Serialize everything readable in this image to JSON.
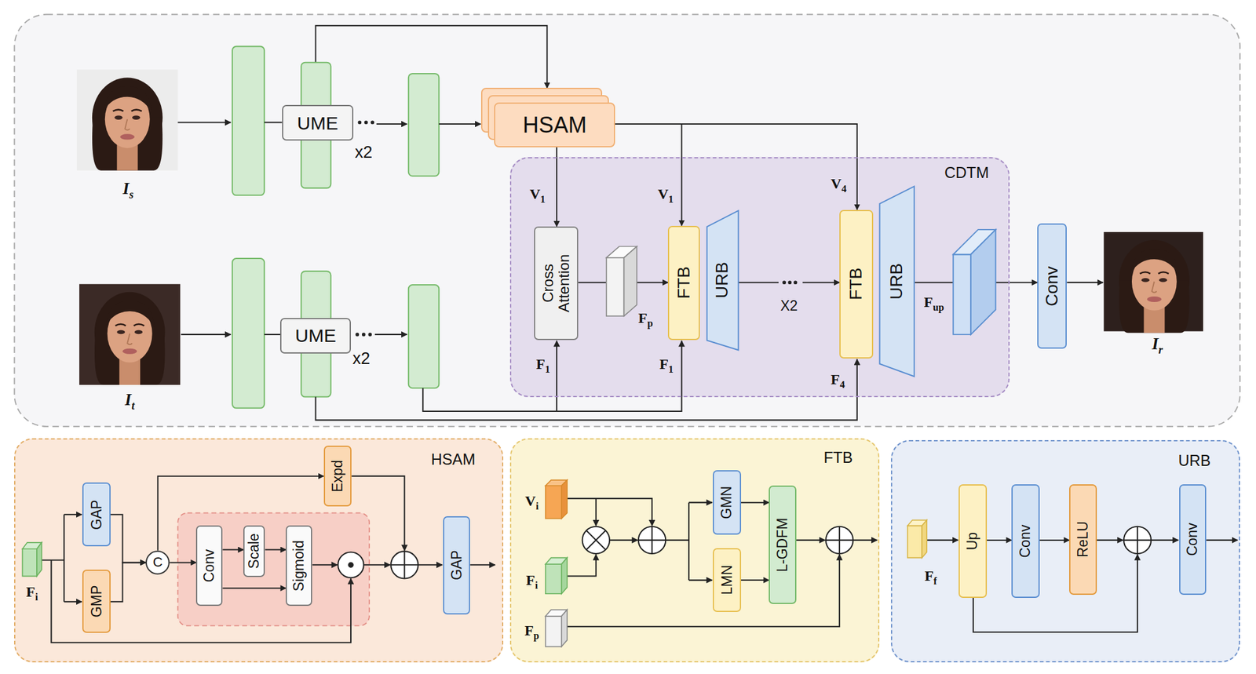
{
  "diagram": {
    "nodes": [
      {
        "text": [
          "UME"
        ]
      },
      {
        "text": [
          "UME"
        ]
      },
      {
        "text": [
          "HSAM"
        ]
      },
      {
        "text": [
          "CDTM"
        ]
      },
      {
        "text": [
          "Cross Attention"
        ],
        "in": 3
      },
      {
        "text": [
          "FTB"
        ],
        "in": 3
      },
      {
        "text": [
          "URB"
        ],
        "in": 3
      },
      {
        "text": [
          "FTB"
        ],
        "in": 3
      },
      {
        "text": [
          "URB"
        ],
        "in": 3
      },
      {
        "text": [
          "Conv"
        ]
      },
      {
        "text": [
          "HSAM"
        ]
      },
      {
        "text": [
          "GAP"
        ],
        "in": 10
      },
      {
        "text": [
          "GMP"
        ],
        "in": 10
      },
      {
        "text": [
          "C"
        ],
        "in": 10
      },
      {
        "text": [
          "Conv"
        ],
        "in": 10
      },
      {
        "text": [
          "Scale"
        ],
        "in": 10
      },
      {
        "text": [
          "Sigmoid"
        ],
        "in": 10
      },
      {
        "text": [
          "Expd"
        ],
        "in": 10
      },
      {
        "text": [
          "GAP"
        ],
        "in": 10
      },
      {
        "text": [
          "FTB"
        ]
      },
      {
        "text": [
          "GMN"
        ],
        "in": 19
      },
      {
        "text": [
          "LMN"
        ],
        "in": 19
      },
      {
        "text": [
          "L-GDFM"
        ],
        "in": 19
      },
      {
        "text": [
          "URB"
        ]
      },
      {
        "text": [
          "Up"
        ],
        "in": 23
      },
      {
        "text": [
          "Conv"
        ],
        "in": 23
      },
      {
        "text": [
          "ReLU"
        ],
        "in": 23
      },
      {
        "text": [
          "Conv"
        ],
        "in": 23
      }
    ],
    "edges": [
      {
        "from": 0,
        "to": 2,
        "arrow": "to"
      },
      {
        "from": 2,
        "to": 4,
        "arrow": "to"
      },
      {
        "from": 2,
        "to": 5,
        "arrow": "to"
      },
      {
        "from": 2,
        "to": 7,
        "arrow": "to"
      },
      {
        "from": 4,
        "to": 5,
        "arrow": "to"
      },
      {
        "from": 6,
        "to": 7,
        "arrow": "to"
      },
      {
        "from": 8,
        "to": 9,
        "arrow": "to"
      },
      {
        "from": 11,
        "to": 13,
        "arrow": "to"
      },
      {
        "from": 12,
        "to": 13,
        "arrow": "to"
      },
      {
        "from": 13,
        "to": 14,
        "arrow": "to"
      },
      {
        "from": 13,
        "to": 17,
        "arrow": "to"
      },
      {
        "from": 14,
        "to": 15,
        "arrow": "to"
      },
      {
        "from": 15,
        "to": 16,
        "arrow": "to"
      },
      {
        "from": 14,
        "to": 16,
        "arrow": "to"
      },
      {
        "from": 20,
        "to": 22,
        "arrow": "to"
      },
      {
        "from": 21,
        "to": 22,
        "arrow": "to"
      },
      {
        "from": 24,
        "to": 25,
        "arrow": "to"
      },
      {
        "from": 25,
        "to": 26,
        "arrow": "to"
      }
    ],
    "labels": [
      "Is",
      "x2",
      "It",
      "x2",
      "V1",
      "V1",
      "V4",
      "Fp",
      "X2",
      "F1",
      "F1",
      "F4",
      "Fup",
      "Ir",
      "Fi",
      "Vi",
      "Fi",
      "Fp",
      "Ff"
    ]
  }
}
